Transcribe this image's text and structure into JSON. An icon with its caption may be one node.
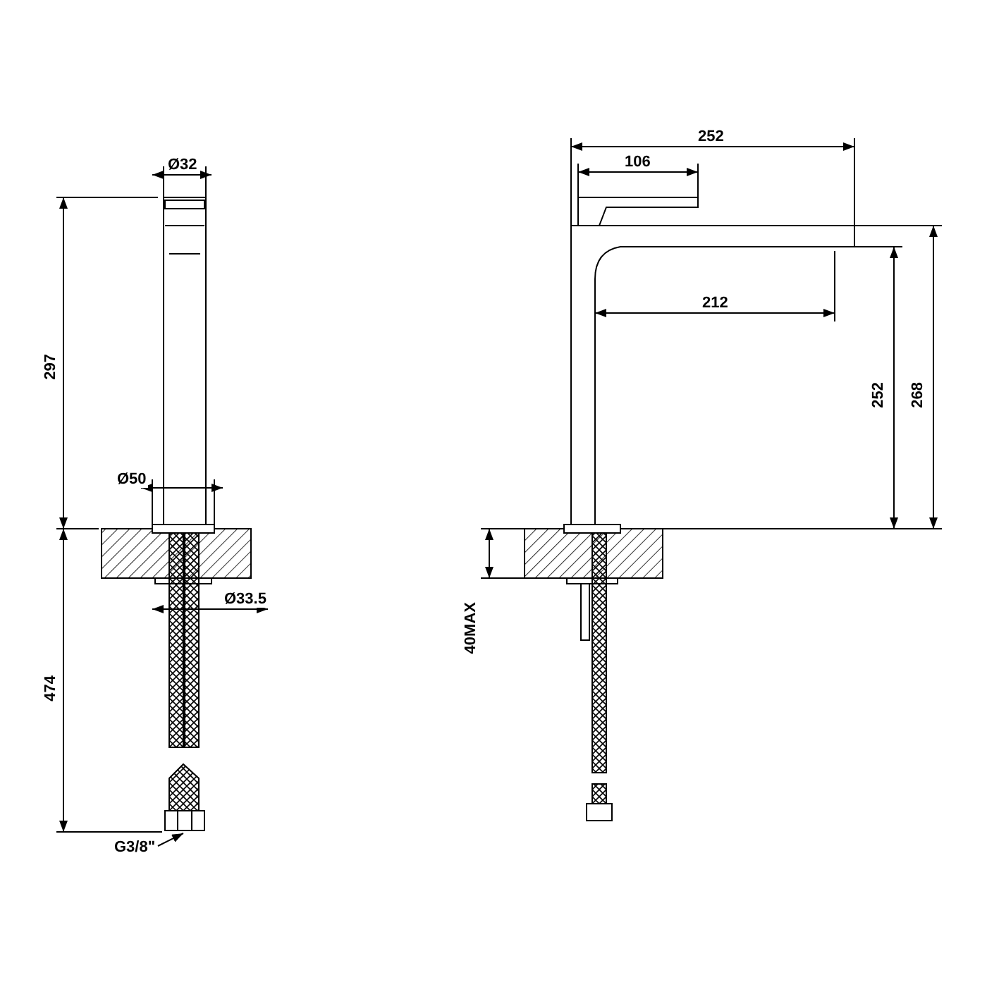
{
  "diagram": {
    "nodes": [
      {
        "text": [
          "G3/8\""
        ]
      },
      {
        "text": [],
        "shape": "picture"
      }
    ],
    "edges": [
      {
        "from": 0,
        "to": 1,
        "arrow": "to"
      }
    ],
    "labels": [
      "Ø32",
      "297",
      "Ø50",
      "Ø33.5",
      "474",
      "252",
      "106",
      "212",
      "252",
      "268",
      "40MAX"
    ]
  }
}
